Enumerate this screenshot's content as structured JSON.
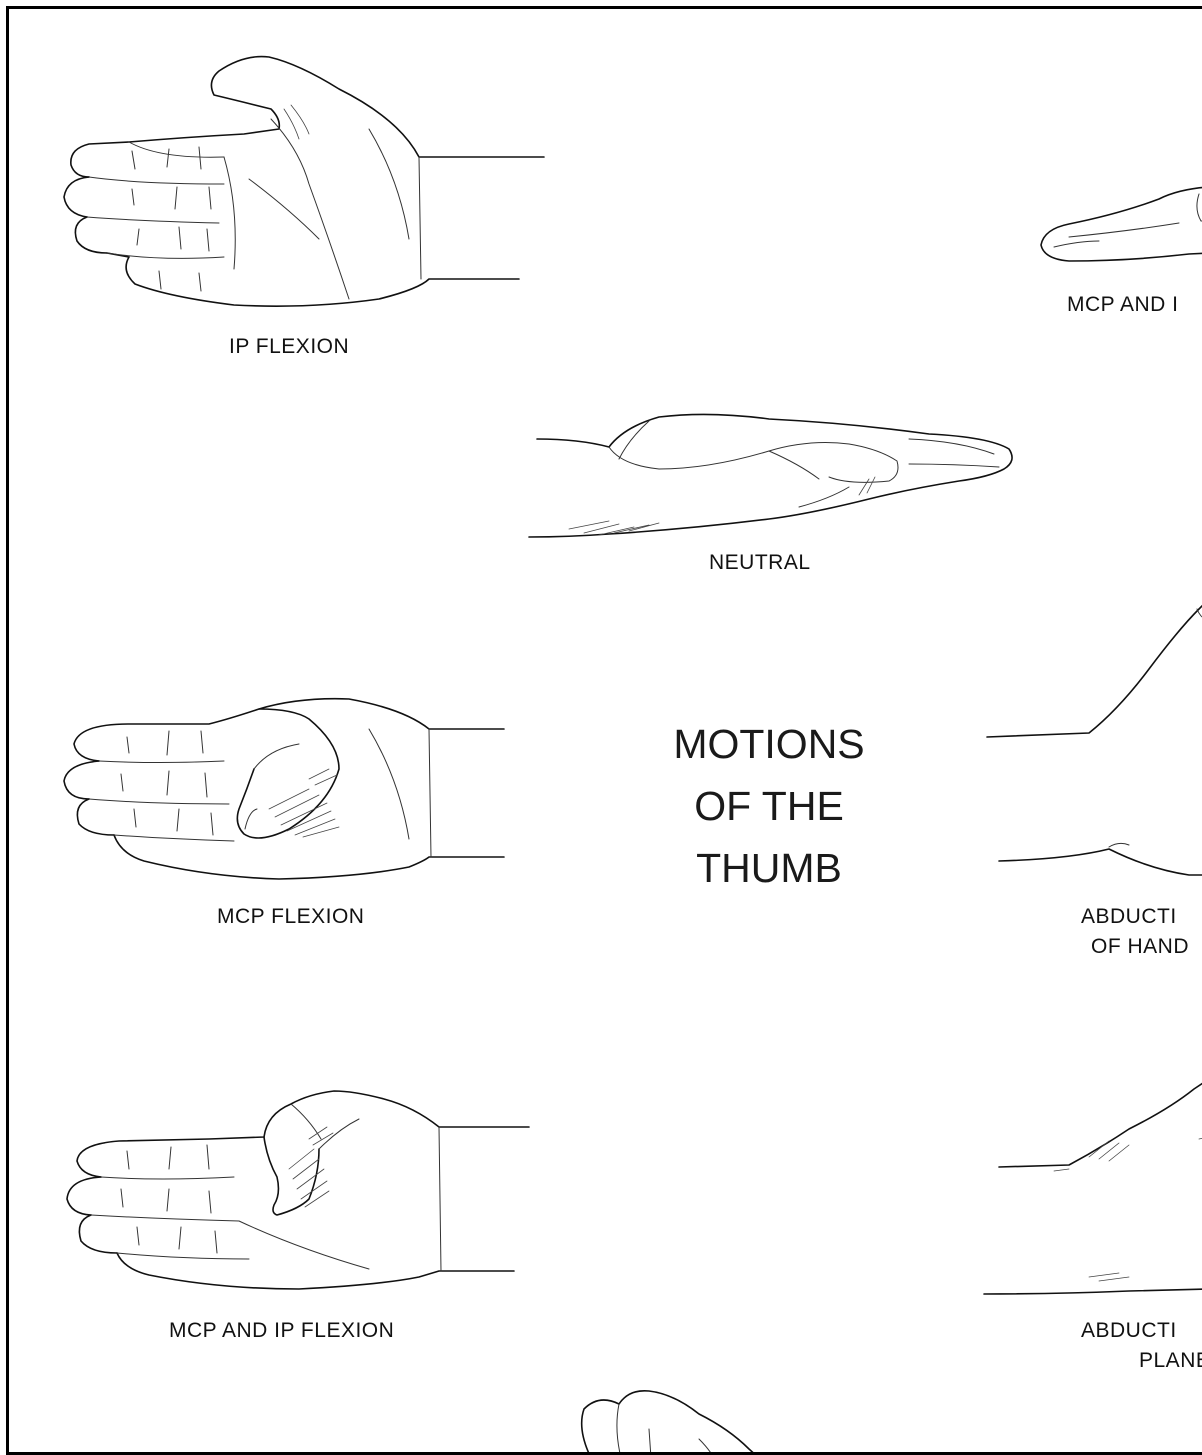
{
  "title_lines": [
    "MOTIONS",
    "OF THE",
    "THUMB"
  ],
  "labels": {
    "ip_flexion": "IP FLEXION",
    "neutral": "NEUTRAL",
    "mcp_flexion": "MCP FLEXION",
    "mcp_and_ip_flexion": "MCP AND IP FLEXION",
    "right_top": "MCP AND I",
    "right_mid_line1": "ABDUCTI",
    "right_mid_line2": "OF HAND",
    "right_low_line1": "ABDUCTI",
    "right_low_line2": "PLANE"
  },
  "icons": [
    "hand-ip-flexion-illustration",
    "hand-neutral-illustration",
    "hand-mcp-flexion-illustration",
    "hand-mcp-ip-flexion-illustration",
    "hand-partial-right-illustrations"
  ]
}
